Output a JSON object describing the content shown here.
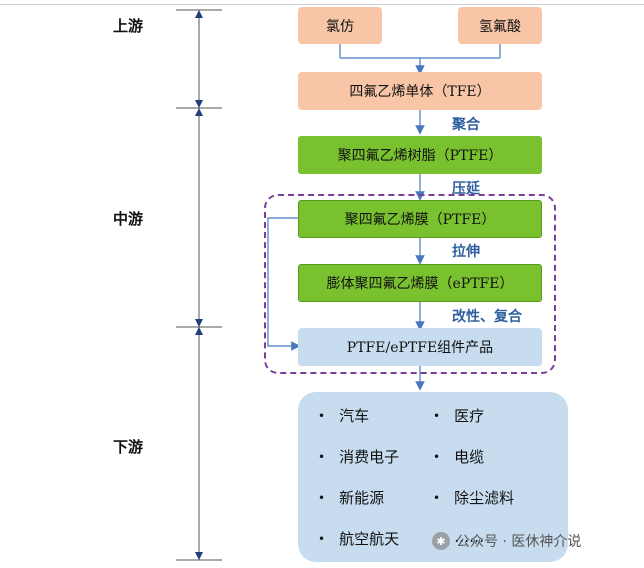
{
  "stages": {
    "upstream": "上游",
    "midstream": "中游",
    "downstream": "下游"
  },
  "boxes": {
    "chloroform": "氯仿",
    "hydrofluoric_acid": "氢氟酸",
    "tfe": "四氟乙烯单体（TFE）",
    "ptfe_resin": "聚四氟乙烯树脂（PTFE）",
    "ptfe_film": "聚四氟乙烯膜（PTFE）",
    "eptfe_film": "膨体聚四氟乙烯膜（ePTFE）",
    "components": "PTFE/ePTFE组件产品"
  },
  "processes": {
    "polymerize": "聚合",
    "calender": "压延",
    "stretch": "拉伸",
    "modify_composite": "改性、复合"
  },
  "applications": {
    "left": [
      "汽车",
      "消费电子",
      "新能源",
      "航空航天"
    ],
    "right": [
      "医疗",
      "电缆",
      "除尘滤料",
      "……"
    ]
  },
  "watermark": {
    "text": "公众号 · 医休神介说",
    "icon": "wechat-icon"
  },
  "colors": {
    "upstream_box": "#f8c6a6",
    "midstream_box": "#79c12f",
    "component_box": "#c7dcef",
    "process_text": "#2f5f9f",
    "dashed_border": "#7a3f9a",
    "arrow": "#4a78c0"
  }
}
